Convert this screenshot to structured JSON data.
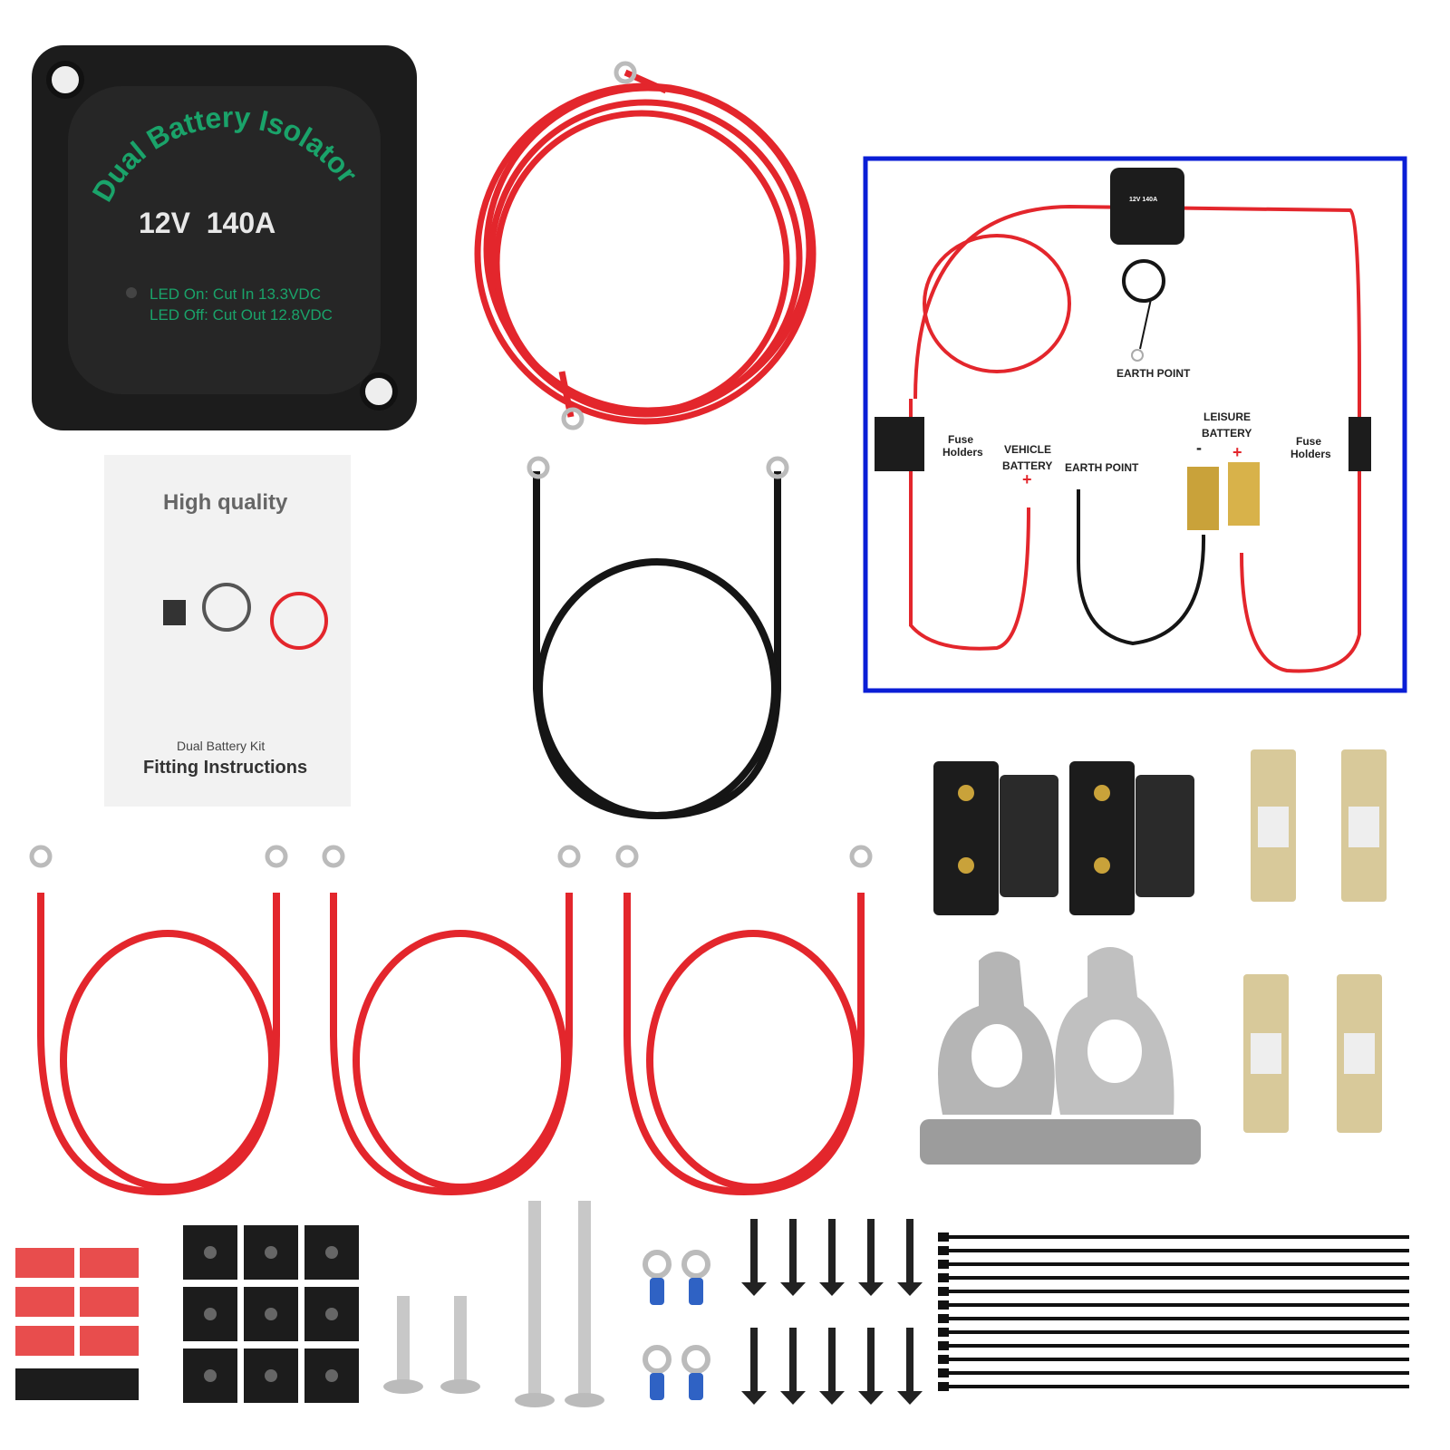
{
  "isolator": {
    "title": "Dual Battery Isolator",
    "rating": "12V  140A",
    "led_on": "LED On: Cut In 13.3VDC",
    "led_off": "LED Off: Cut Out 12.8VDC",
    "text_color": "#1aa36a"
  },
  "booklet": {
    "heading": "High quality",
    "subtitle": "Dual Battery Kit",
    "title": "Fitting Instructions"
  },
  "diagram": {
    "border_color": "#0a1ed6",
    "isolator_rating": "12V 140A",
    "earth_point_top": "EARTH POINT",
    "fuse_holders_left": [
      "Fuse",
      "Holders"
    ],
    "vehicle_battery": [
      "VEHICLE",
      "BATTERY"
    ],
    "earth_point_bottom": "EARTH POINT",
    "leisure_battery": [
      "LEISURE",
      "BATTERY"
    ],
    "minus": "-",
    "plus": "+",
    "fuse_holders_right": [
      "Fuse",
      "Holders"
    ]
  },
  "colors": {
    "cable_red": "#e3262c",
    "cable_black": "#151515",
    "fuse_gold": "#d8c99a"
  }
}
